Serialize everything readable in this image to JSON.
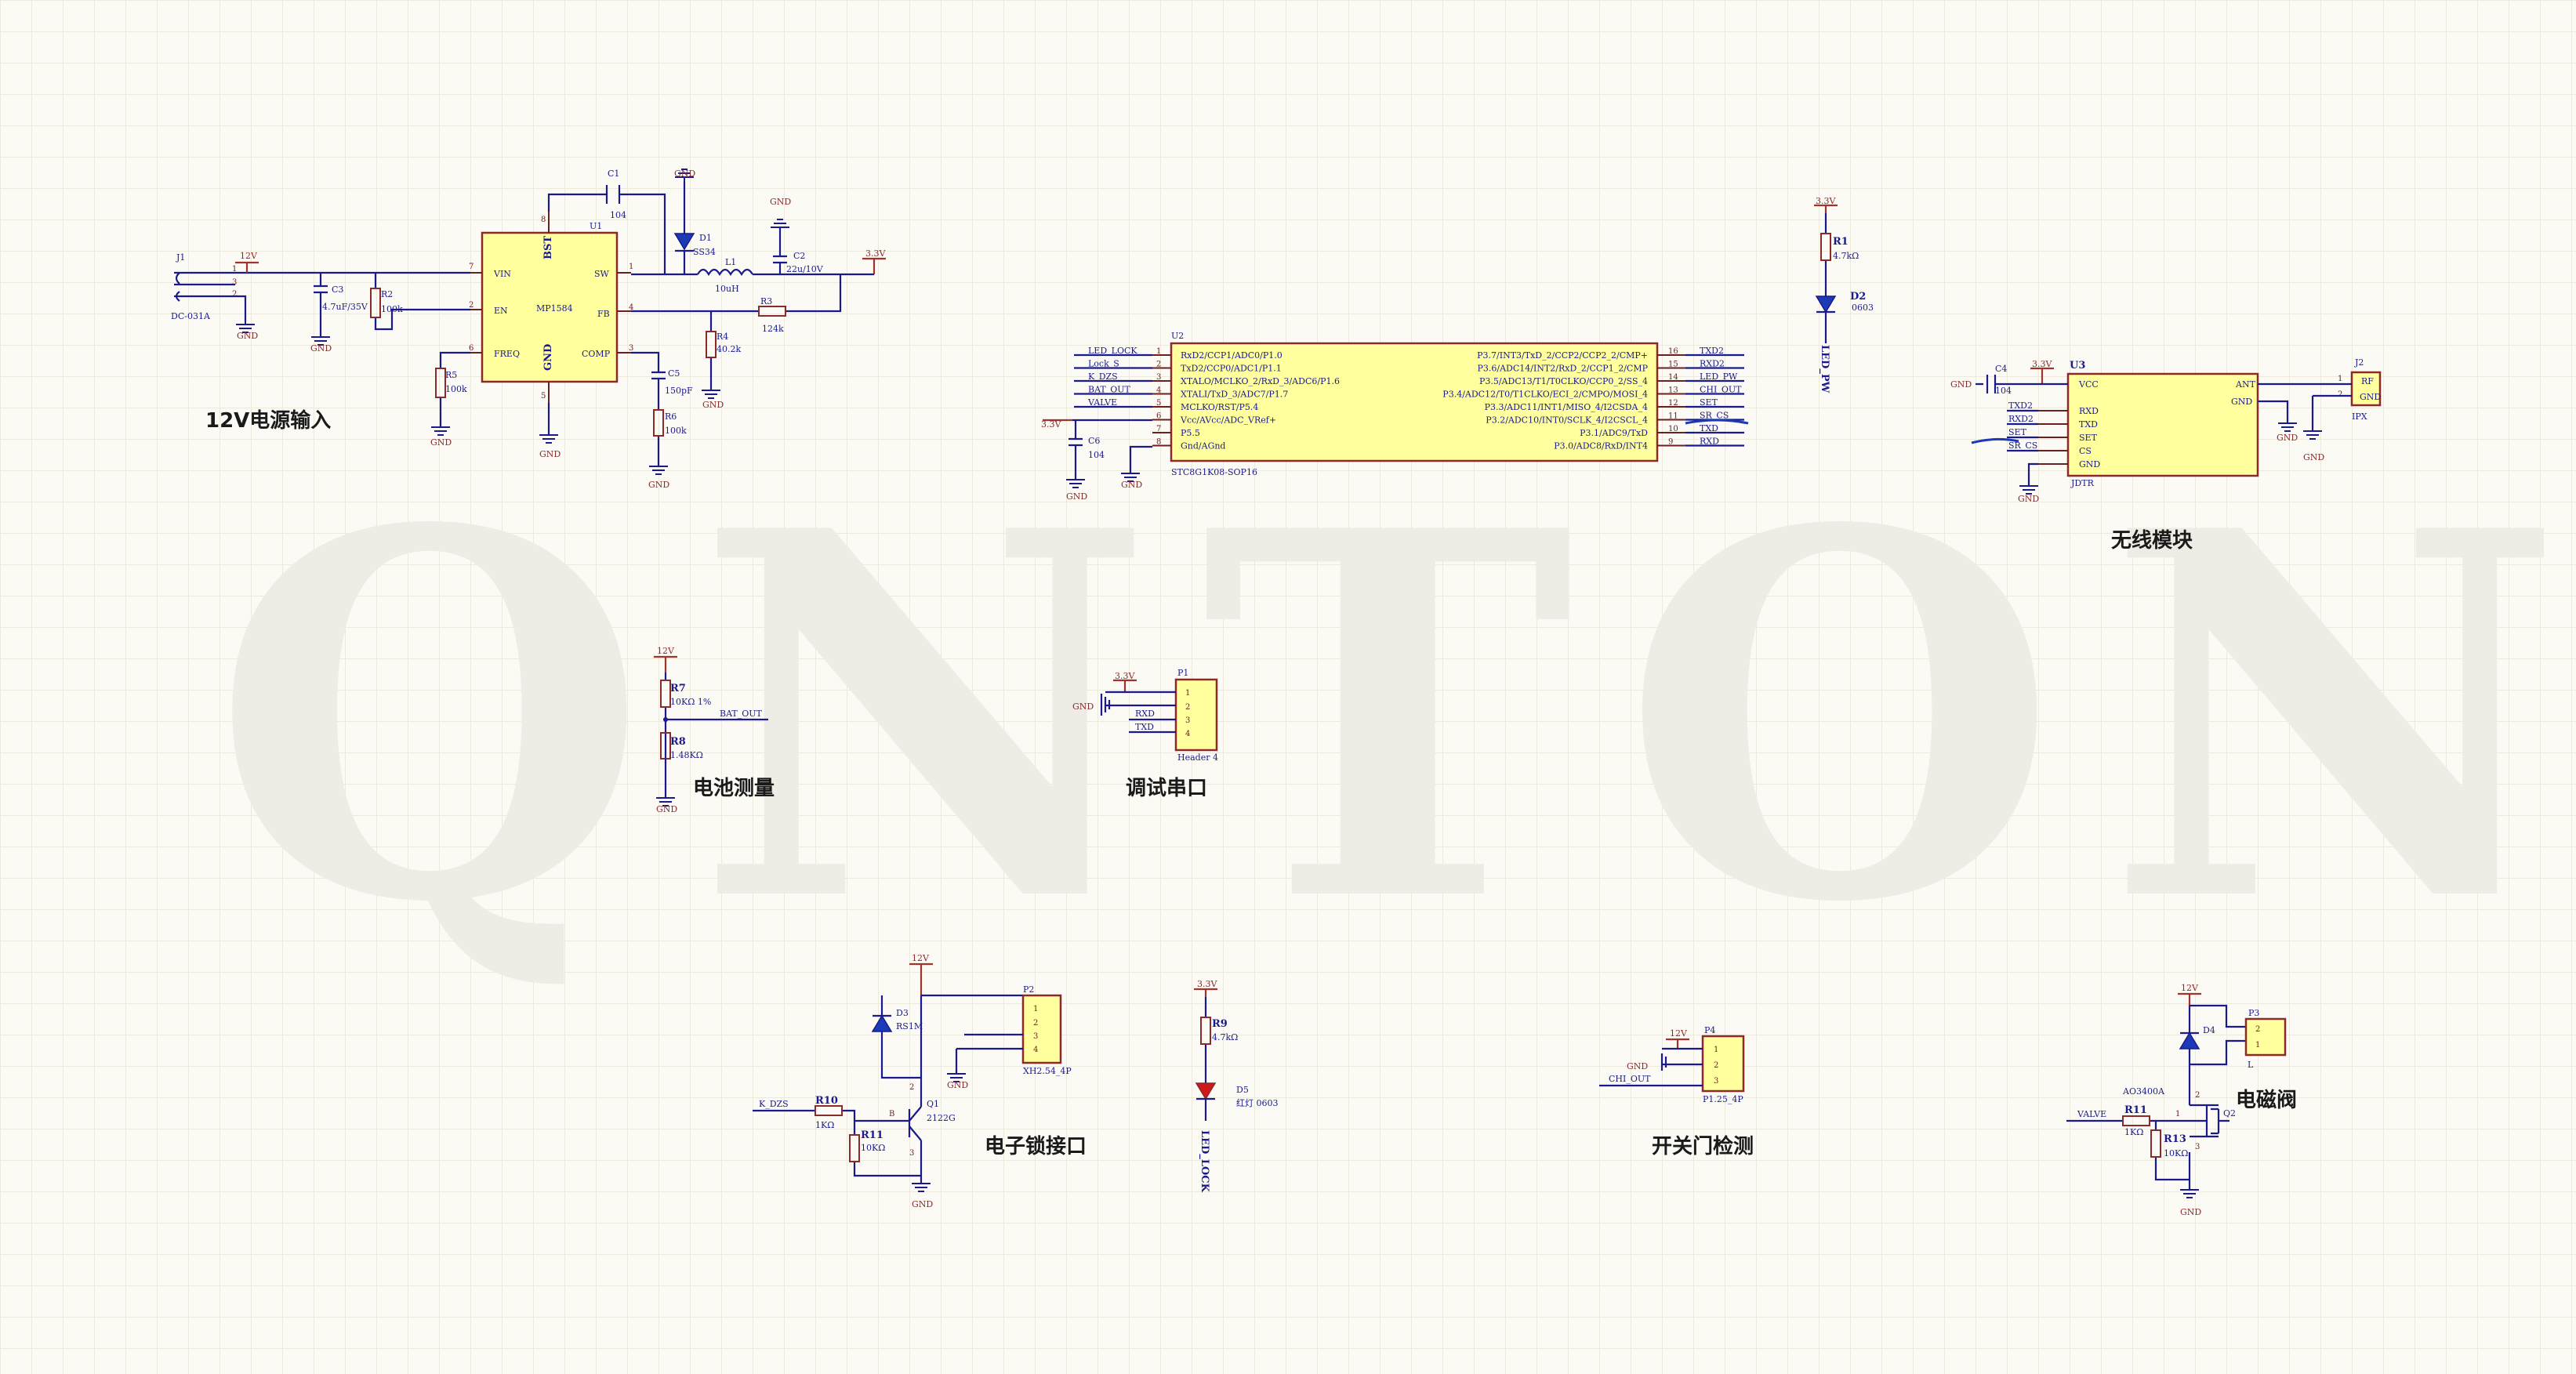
{
  "watermark": {
    "text": "QNTON"
  },
  "sections": {
    "power": "12V电源输入",
    "wireless": "无线模块",
    "battery": "电池测量",
    "debug": "调试串口",
    "lock": "电子锁接口",
    "door": "开关门检测",
    "valve": "电磁阀"
  },
  "nets": {
    "gnd": "GND",
    "v12": "12V",
    "v33": "3.3V",
    "led_lock": "LED_LOCK",
    "lock_s": "Lock_S",
    "k_dzs": "K_DZS",
    "bat_out": "BAT_OUT",
    "valve": "VALVE",
    "txd2": "TXD2",
    "rxd2": "RXD2",
    "led_pw": "LED_PW",
    "chi_out": "CHI_OUT",
    "set": "SET",
    "cs": "CS",
    "txd": "TXD",
    "rxd": "RXD"
  },
  "power": {
    "j1": "J1",
    "j1_value": "DC-031A",
    "c3": "C3",
    "c3_value": "4.7uF/35V",
    "r2": "R2",
    "r2_value": "100k",
    "r5": "R5",
    "r5_value": "100k",
    "u1": "U1",
    "u1_value": "MP1584",
    "u1_pins": {
      "bst": "BST",
      "vin": "VIN",
      "en": "EN",
      "freq": "FREQ",
      "gnd": "GND",
      "sw": "SW",
      "fb": "FB",
      "comp": "COMP"
    },
    "c1": "C1",
    "c1_value": "104",
    "d1": "D1",
    "d1_value": "SS34",
    "l1": "L1",
    "l1_value": "10uH",
    "c2": "C2",
    "c2_value": "22u/10V",
    "r3": "R3",
    "r3_value": "124k",
    "r4": "R4",
    "r4_value": "40.2k",
    "c5": "C5",
    "c5_value": "150pF",
    "r6": "R6",
    "r6_value": "100k"
  },
  "mcu": {
    "ref": "U2",
    "value": "STC8G1K08-SOP16",
    "left_pins": [
      "RxD2/CCP1/ADC0/P1.0",
      "TxD2/CCP0/ADC1/P1.1",
      "XTALO/MCLKO_2/RxD_3/ADC6/P1.6",
      "XTALI/TxD_3/ADC7/P1.7",
      "MCLKO/RST/P5.4",
      "Vcc/AVcc/ADC_VRef+",
      "P5.5",
      "Gnd/AGnd"
    ],
    "right_pins": [
      "P3.7/INT3/TxD_2/CCP2/CCP2_2/CMP+",
      "P3.6/ADC14/INT2/RxD_2/CCP1_2/CMP",
      "P3.5/ADC13/T1/T0CLKO/CCP0_2/SS_4",
      "P3.4/ADC12/T0/T1CLKO/ECI_2/CMPO/MOSI_4",
      "P3.3/ADC11/INT1/MISO_4/I2CSDA_4",
      "P3.2/ADC10/INT0/SCLK_4/I2CSCL_4",
      "P3.1/ADC9/TxD",
      "P3.0/ADC8/RxD/INT4"
    ],
    "left_nums": [
      "1",
      "2",
      "3",
      "4",
      "5",
      "6",
      "7",
      "8"
    ],
    "right_nums": [
      "16",
      "15",
      "14",
      "13",
      "12",
      "11",
      "10",
      "9"
    ],
    "left_nets": [
      "LED_LOCK",
      "Lock_S",
      "K_DZS",
      "BAT_OUT",
      "VALVE",
      "",
      "",
      ""
    ],
    "right_nets": [
      "TXD2",
      "RXD2",
      "LED_PW",
      "CHI_OUT",
      "SET",
      "SR_CS",
      "TXD",
      "RXD"
    ],
    "c6": "C6",
    "c6_value": "104"
  },
  "led_pw": {
    "r1": "R1",
    "r1_value": "4.7kΩ",
    "d2": "D2",
    "d2_value": "0603",
    "label": "LED_PW"
  },
  "wireless": {
    "c4": "C4",
    "c4_value": "104",
    "u3": "U3",
    "u3_sub": "JDTR",
    "pins_left": [
      "VCC",
      "RXD",
      "TXD",
      "SET",
      "CS",
      "GND"
    ],
    "pins_right": [
      "ANT",
      "GND"
    ],
    "nets": [
      "TXD2",
      "RXD2",
      "SET",
      "SR_CS"
    ],
    "j2": "J2",
    "j2_value": "IPX",
    "j2_pins": [
      "RF",
      "GND"
    ],
    "j2_nums": [
      "1",
      "2"
    ]
  },
  "battery": {
    "r7": "R7",
    "r7_value": "10KΩ 1%",
    "r8": "R8",
    "r8_value": "1.48KΩ"
  },
  "debug": {
    "p1": "P1",
    "p1_value": "Header 4",
    "pins": [
      "1",
      "2",
      "3",
      "4"
    ],
    "nets": [
      "RXD",
      "TXD"
    ]
  },
  "lock": {
    "d3": "D3",
    "d3_value": "RS1M",
    "p2": "P2",
    "p2_value": "XH2.54_4P",
    "pins": [
      "1",
      "2",
      "3",
      "4"
    ],
    "r10": "R10",
    "r10_value": "1KΩ",
    "r11": "R11",
    "r11_value": "10KΩ",
    "q1": "Q1",
    "q1_value": "2122G",
    "q_pins": [
      "B",
      "2",
      "3"
    ]
  },
  "lock_led": {
    "r9": "R9",
    "r9_value": "4.7kΩ",
    "d5": "D5",
    "d5_value": "红灯 0603",
    "label": "LED_LOCK"
  },
  "door": {
    "p4": "P4",
    "p4_value": "P1.25_4P",
    "pins": [
      "1",
      "2",
      "3"
    ]
  },
  "valve_circuit": {
    "d4": "D4",
    "p3": "P3",
    "p3_value": "L",
    "pins": [
      "2",
      "1"
    ],
    "r12": "R11",
    "r12_value": "1KΩ",
    "r13": "R13",
    "r13_value": "10KΩ",
    "q2": "Q2",
    "q2_value": "AO3400A",
    "q_pins": [
      "1",
      "2",
      "3"
    ]
  }
}
